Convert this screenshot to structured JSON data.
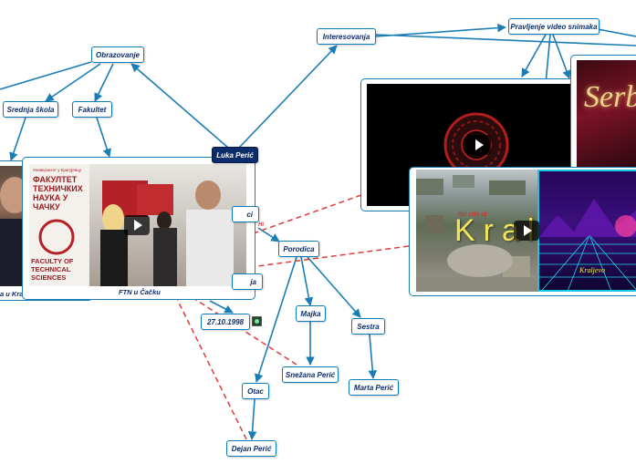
{
  "nodes": {
    "root": "Luka Perić",
    "obrazovanje": "Obrazovanje",
    "srednja": "Srednja škola",
    "fakultet": "Fakultet",
    "interesovanja": "Interesovanja",
    "pravljenje": "Pravljenje video snimaka",
    "porodica": "Porodica",
    "majka": "Majka",
    "sestra": "Sestra",
    "otac": "Otac",
    "snezana": "Snežana Perić",
    "marta": "Marta Perić",
    "dejan": "Dejan Perić",
    "datum": "27.10.1998",
    "clipped_a": "ci",
    "clipped_b": "ja",
    "clipped_c": "Hi"
  },
  "captions": {
    "ftn": "FTN u Čačku",
    "kraljevo": "a u Kraljevu"
  },
  "images": {
    "ftn_sign": "ФАКУЛТЕТ ТЕХНИЧКИХ НАУКА У ЧАЧКУ",
    "ftn_sign_en": "FACULTY OF TECHNICAL SCIENCES",
    "ftn_top": "Универзитет у Крагујевцу",
    "serbia": "Serbia",
    "kraljevo_small": "the city of",
    "kraljevo_big": "Kralj",
    "neon": "Kraljevo"
  },
  "colors": {
    "link": "#1b7db5",
    "dashed": "#e03a3a",
    "root_bg": "#0c2d6b"
  }
}
